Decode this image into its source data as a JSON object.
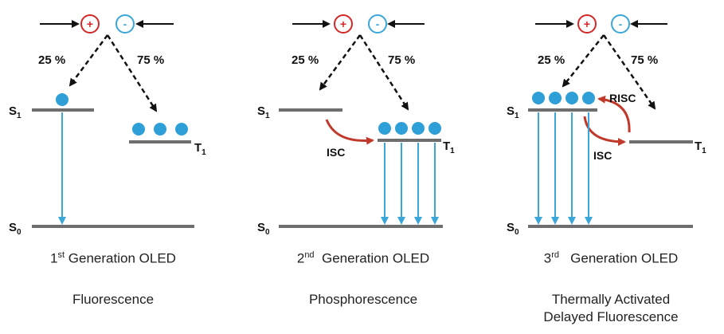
{
  "panels": [
    {
      "hole_sign": "+",
      "electron_sign": "-",
      "singlet_pct": "25 %",
      "triplet_pct": "75 %",
      "s1_label": "S",
      "s1_sub": "1",
      "t1_label": "T",
      "t1_sub": "1",
      "s0_label": "S",
      "s0_sub": "0",
      "gen_ordinal": "1",
      "gen_suffix": "st",
      "gen_text": " Generation OLED",
      "process": "Fluorescence",
      "process_line2": ""
    },
    {
      "hole_sign": "+",
      "electron_sign": "-",
      "singlet_pct": "25 %",
      "triplet_pct": "75 %",
      "s1_label": "S",
      "s1_sub": "1",
      "t1_label": "T",
      "t1_sub": "1",
      "s0_label": "S",
      "s0_sub": "0",
      "isc_label": "ISC",
      "gen_ordinal": "2",
      "gen_suffix": "nd",
      "gen_text": "  Generation OLED",
      "process": "Phosphorescence",
      "process_line2": ""
    },
    {
      "hole_sign": "+",
      "electron_sign": "-",
      "singlet_pct": "25 %",
      "triplet_pct": "75 %",
      "s1_label": "S",
      "s1_sub": "1",
      "t1_label": "T",
      "t1_sub": "1",
      "s0_label": "S",
      "s0_sub": "0",
      "isc_label": "ISC",
      "risc_label": "RISC",
      "gen_ordinal": "3",
      "gen_suffix": "rd",
      "gen_text": "   Generation OLED",
      "process": "Thermally Activated",
      "process_line2": "Delayed Fluorescence"
    }
  ],
  "colors": {
    "hole": "#d62728",
    "electron": "#3aa6d9",
    "level": "#6e6e6e",
    "emission": "#3aa6d9",
    "crossing": "#c0392b",
    "dot": "#2f9fd8"
  }
}
